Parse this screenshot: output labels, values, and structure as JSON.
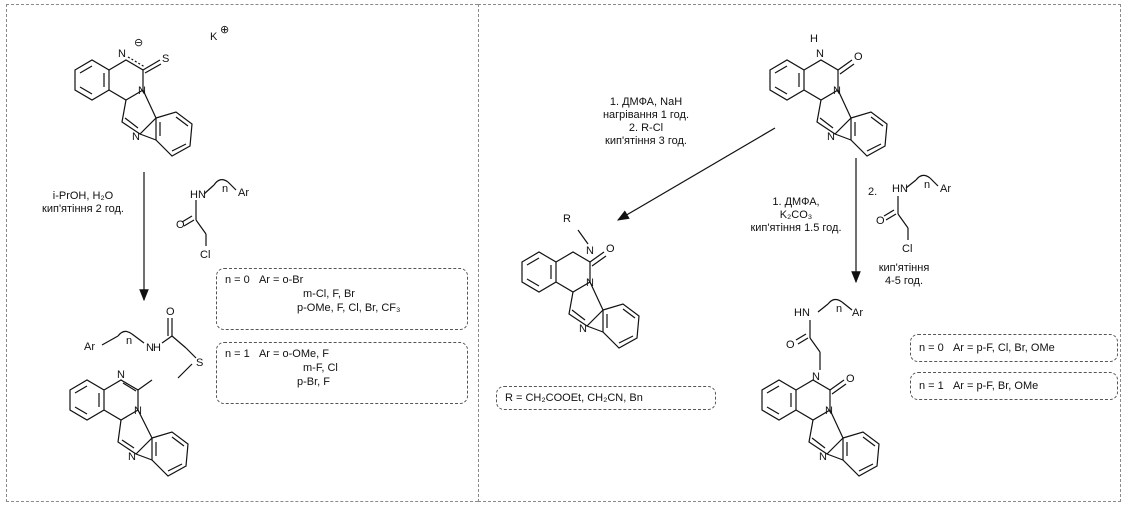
{
  "left_scheme": {
    "conditions": {
      "line1": "i-PrOH, H₂O",
      "line2": "кип'ятіння 2 год."
    },
    "reagent": {
      "hn": "HN",
      "n": "n",
      "ar": "Ar",
      "cl": "Cl",
      "o": "O"
    },
    "start_material": {
      "n_atom": "N",
      "s_atom": "S",
      "k": "K",
      "charge_minus": "⊖",
      "charge_plus": "⊕"
    },
    "product": {
      "ar": "Ar",
      "n": "n",
      "nh": "N",
      "h": "H",
      "o": "O",
      "s": "S"
    },
    "substituents": [
      {
        "label": "n = 0",
        "lines": [
          "Ar = o-Br",
          "m-Cl, F, Br",
          "p-OMe, F, Cl, Br, CF₃"
        ]
      },
      {
        "label": "n = 1",
        "lines": [
          "Ar = o-OMe, F",
          "m-F, Cl",
          "p-Br, F"
        ]
      }
    ]
  },
  "right_scheme": {
    "start_material": {
      "h": "H",
      "n": "N",
      "o": "O"
    },
    "route_a": {
      "conditions": [
        "1. ДМФА, NaH",
        "нагрівання 1 год.",
        "2. R-Cl",
        "кип'ятіння 3 год."
      ],
      "product": {
        "r": "R",
        "n": "N",
        "o": "O"
      },
      "r_groups": "R = CH₂COOEt, CH₂CN, Bn"
    },
    "route_b": {
      "conditions_step1": [
        "1. ДМФА,",
        "K₂CO₃",
        "кип'ятіння 1.5 год."
      ],
      "conditions_step2": [
        "2.",
        "кип'ятіння",
        "4-5 год."
      ],
      "reagent": {
        "hn": "HN",
        "n": "n",
        "ar": "Ar",
        "cl": "Cl",
        "o": "O"
      },
      "product": {
        "hn": "HN",
        "n": "n",
        "ar": "Ar",
        "o": "O"
      },
      "substituents": [
        {
          "label": "n = 0",
          "text": "Ar = p-F, Cl, Br, OMe"
        },
        {
          "label": "n = 1",
          "text": "Ar = p-F, Br, OMe"
        }
      ]
    }
  }
}
